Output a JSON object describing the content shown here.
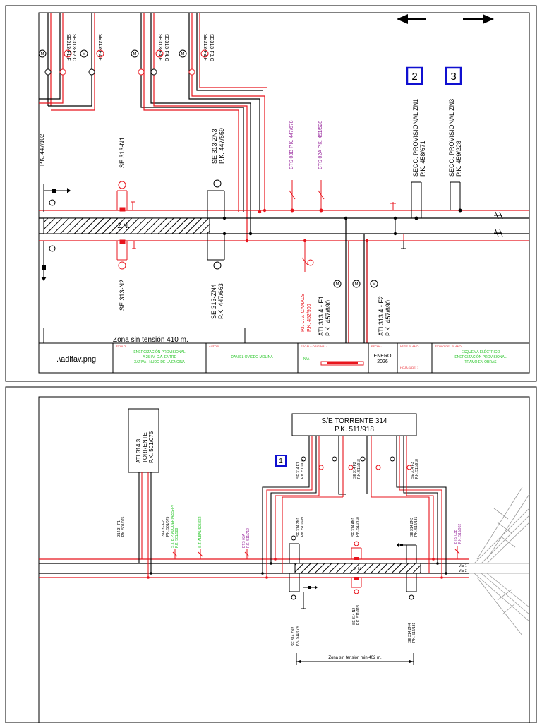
{
  "colors": {
    "black": "#000000",
    "red": "#e8141c",
    "green": "#22c322",
    "purple": "#9b2fa0",
    "blue": "#1010d0"
  },
  "nav": {
    "left_arrow": "left-arrow-icon",
    "right_arrow": "right-arrow-icon"
  },
  "sheet1": {
    "badges": [
      "2",
      "3"
    ],
    "feeders_top": [
      "SE313-F1.F",
      "SE313-F2.C",
      "SE313-F2.F",
      "SE313-F4.F",
      "SE313-F4.C",
      "SE313-F3.F",
      "SE313-F3.C"
    ],
    "left_pk": "P.K. 447/102",
    "se_n1": "SE 313-N1",
    "se_zn3": {
      "name": "SE 313-ZN3",
      "pk": "P.K. 447/669"
    },
    "bts_03b": "BTS 03B P.K. 447/678",
    "bts_02a": "BTS 02A P.K. 451/528",
    "secc_zn1": {
      "name": "SECC. PROVISIONAL ZN1",
      "pk": "P.K. 458/671"
    },
    "secc_zn3": {
      "name": "SECC. PROVISIONAL ZN3",
      "pk": "P.K. 459/228"
    },
    "zn": "Z.N.",
    "se_n2": "SE 313-N2",
    "se_zn4": {
      "name": "SE 313-ZN4",
      "pk": "P.K. 447/663"
    },
    "pic": {
      "name": "P.I. C.V. CANALS",
      "pk": "P.K. 452/900"
    },
    "ati_f1": {
      "name": "ATI 313.4 - F1",
      "pk": "P.K. 457/690"
    },
    "ati_f2": {
      "name": "ATI 313.4 - F2",
      "pk": "P.K. 457/690"
    },
    "zona": "Zona sin tensión 410 m.",
    "titleblock": {
      "logo": ".\\adifav.png",
      "titulo_h": "TÍTULO:",
      "titulo": [
        "ENERGIZACIÓN PROVISIONAL",
        "A 25 kV. C.A. ENTRE",
        "XATIVA - NUDO DE LA ENCINA"
      ],
      "autor_h": "AUTOR:",
      "autor": "DANIEL OVIEDO MOLINA",
      "escala_h": "ESCALA ORIGINAL:",
      "escala": "N/A",
      "fecha_h": "FECHA:",
      "fecha": [
        "ENERO",
        "2026"
      ],
      "plano_h": "Nº DE PLANO:",
      "hoja": "HOJA: 1 DE: 1",
      "titulo_plano_h": "TÍTULO DEL PLANO:",
      "titulo_plano": [
        "ESQUEMA ELÉCTRICO",
        "ENERGIZACIÓN PROVISIONAL",
        "TRAMO EN OBRAS"
      ]
    }
  },
  "sheet2": {
    "badge": "1",
    "substation": {
      "name": "S/E TORRENTE 314",
      "pk": "P.K. 511/918"
    },
    "ati_box": [
      "ATI 314.3",
      "TORRENTE",
      "P.K. 501/075"
    ],
    "f1": [
      "314.3 - F1",
      "P.K. 501/075"
    ],
    "f2": [
      "314.3 - F2",
      "P.K. 501/075"
    ],
    "st1": [
      "S.T. B.P. ALQUERIA/SS-I-V",
      "P.K. 501/588"
    ],
    "st2": [
      "S.T. ALBAL 505/662"
    ],
    "bts_03a": [
      "BTS 03A",
      "P.K. 511/712"
    ],
    "feeders": [
      [
        "SE 314 F1",
        "P.K. 511/918"
      ],
      [
        "SE 314 F2",
        "P.K. 511/918"
      ],
      [
        "SE 314 F3",
        "P.K. 511/918"
      ]
    ],
    "zn1": [
      "SE 314 ZN1",
      "P.K. 511/689"
    ],
    "an1": [
      "SE 314 AN1",
      "P.K. 511/918"
    ],
    "zn3": [
      "SE 314 ZN3",
      "P.K. 512/131"
    ],
    "bts_03b": [
      "BTS 03B",
      "P.K. 515/962"
    ],
    "zn": "Z.N.",
    "v1": "Vía 1",
    "v2": "Vía 2",
    "zn2": [
      "SE 314 ZN2",
      "P.K. 511/674"
    ],
    "an2": [
      "SE 314 N2",
      "P.K. 511/918"
    ],
    "zn4": [
      "SE 314 ZN4",
      "P.K. 512/131"
    ],
    "zona": "Zona sin tensión min 402 m."
  }
}
